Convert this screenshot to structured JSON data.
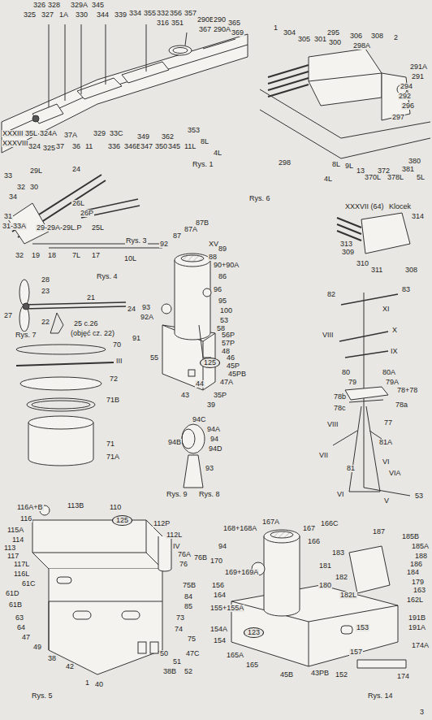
{
  "diagram": {
    "nodes": [
      {
        "text": [
          "125"
        ]
      },
      {
        "text": [
          "125"
        ]
      },
      {
        "text": [
          "123"
        ]
      }
    ],
    "labels": [
      "326",
      "328",
      "329A",
      "345",
      "325",
      "327",
      "1A",
      "330",
      "344",
      "339",
      "334",
      "355",
      "332",
      "356",
      "357",
      "290B",
      "290",
      "365",
      "351",
      "316",
      "367",
      "290A",
      "369",
      "XXXIII",
      "35L",
      "324A",
      "XXXVIII",
      "324",
      "325",
      "37",
      "37A",
      "36",
      "11",
      "329",
      "336",
      "33C",
      "346B",
      "349",
      "347",
      "350",
      "362",
      "345",
      "353",
      "11L",
      "8L",
      "4L",
      "Rys. 1",
      "1",
      "304",
      "305",
      "301",
      "295",
      "300",
      "306",
      "298A",
      "308",
      "2",
      "291A",
      "291",
      "294",
      "292",
      "296",
      "297",
      "298",
      "4L",
      "8L",
      "9L",
      "13",
      "370L",
      "372",
      "378L",
      "381",
      "380",
      "5L",
      "Rys. 6",
      "XXXVII (64)",
      "Klocek",
      "314",
      "313",
      "309",
      "310",
      "311",
      "308",
      "33",
      "29L",
      "24",
      "32",
      "30",
      "34",
      "26L",
      "26P",
      "31",
      "31-33A",
      "29-29A-29L.P",
      "25L",
      "32",
      "19",
      "18",
      "7L",
      "17",
      "10L",
      "Rys. 3",
      "Rys. 4",
      "28",
      "23",
      "27",
      "22",
      "21",
      "24",
      "25 c.26",
      "(objęć cz. 22)",
      "Rys. 7",
      "70",
      "III",
      "72",
      "71B",
      "71",
      "71A",
      "92",
      "87",
      "87A",
      "87B",
      "XV",
      "89",
      "88",
      "90+90A",
      "86",
      "96",
      "95",
      "100",
      "93",
      "92A",
      "53",
      "58",
      "56P",
      "57P",
      "91",
      "48",
      "46",
      "45P",
      "55",
      "45PB",
      "47A",
      "44",
      "43",
      "35P",
      "39",
      "94C",
      "94A",
      "94B",
      "94",
      "94D",
      "93",
      "Rys. 9",
      "Rys. 8",
      "82",
      "83",
      "XI",
      "X",
      "IX",
      "80",
      "80A",
      "79",
      "79A",
      "78+78",
      "78b",
      "78a",
      "78c",
      "77",
      "VIII",
      "VIII",
      "VII",
      "81A",
      "81",
      "VI",
      "VIA",
      "VI",
      "V",
      "53",
      "116A+B",
      "113B",
      "110",
      "116",
      "112P",
      "115A",
      "112L",
      "114",
      "113",
      "IV",
      "117",
      "76A",
      "76B",
      "117L",
      "76",
      "116L",
      "61C",
      "61D",
      "61B",
      "75B",
      "84",
      "85",
      "63",
      "73",
      "64",
      "74",
      "47",
      "75",
      "49",
      "50",
      "51",
      "47C",
      "38",
      "42",
      "38B",
      "52",
      "40",
      "1",
      "Rys. 5",
      "168+168A",
      "167A",
      "167",
      "166C",
      "94",
      "166",
      "170",
      "169+169A",
      "183",
      "187",
      "185B",
      "185A",
      "188",
      "186",
      "181",
      "184",
      "179",
      "156",
      "182",
      "163",
      "164",
      "180",
      "182L",
      "162L",
      "155+155A",
      "154A",
      "153",
      "191B",
      "191A",
      "154",
      "174A",
      "165A",
      "157",
      "174",
      "165",
      "45B",
      "43PB",
      "152",
      "Rys. 14",
      "3"
    ]
  }
}
